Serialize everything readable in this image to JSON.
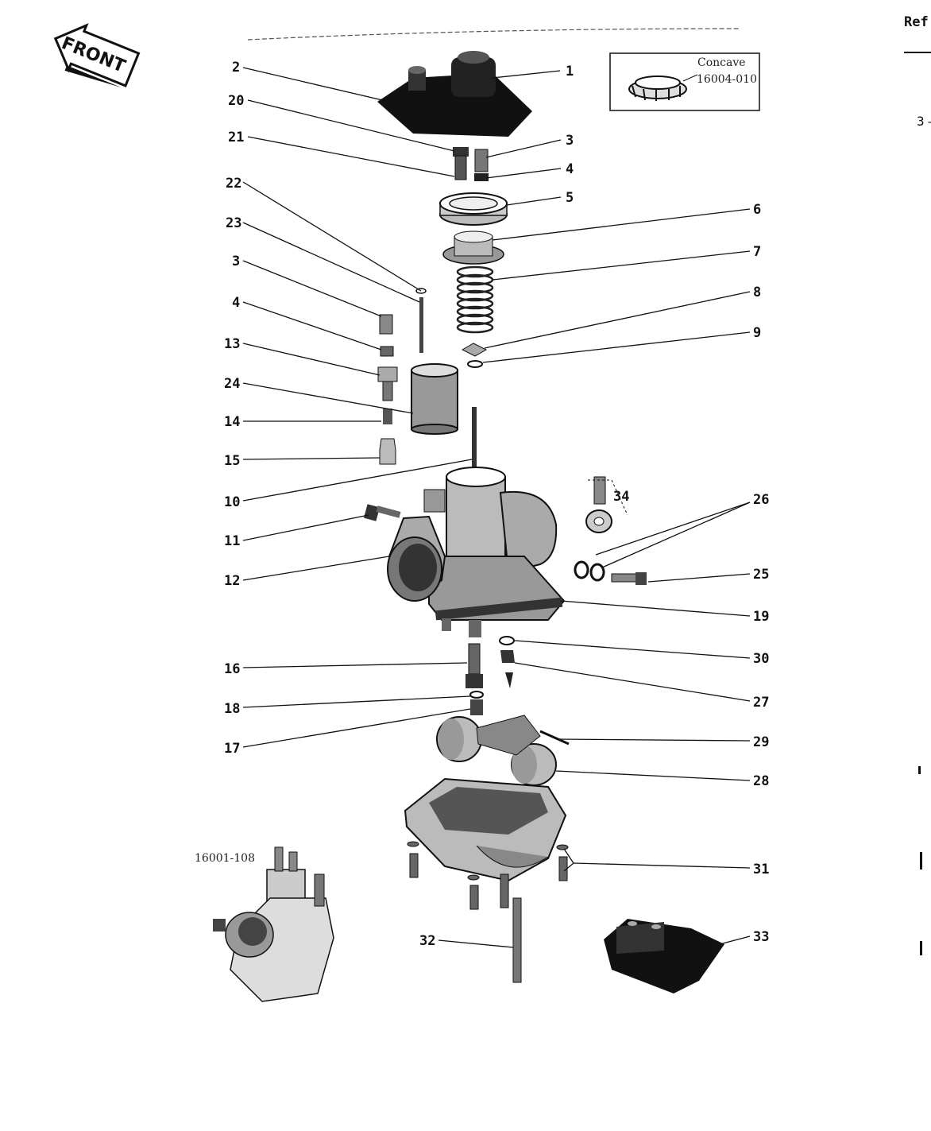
{
  "front_label": "FRONT",
  "inset": {
    "title": "Concave",
    "part_no": "16004-010"
  },
  "assembly_part_no": "16001-108",
  "ref_header": "Ref",
  "ref_side_number": "3",
  "callouts": [
    {
      "id": "c1",
      "label": "1"
    },
    {
      "id": "c2",
      "label": "2"
    },
    {
      "id": "c20",
      "label": "20"
    },
    {
      "id": "c3a",
      "label": "3"
    },
    {
      "id": "c21",
      "label": "21"
    },
    {
      "id": "c4a",
      "label": "4"
    },
    {
      "id": "c22",
      "label": "22"
    },
    {
      "id": "c5",
      "label": "5"
    },
    {
      "id": "c6",
      "label": "6"
    },
    {
      "id": "c23",
      "label": "23"
    },
    {
      "id": "c7",
      "label": "7"
    },
    {
      "id": "c3b",
      "label": "3"
    },
    {
      "id": "c8",
      "label": "8"
    },
    {
      "id": "c4b",
      "label": "4"
    },
    {
      "id": "c9",
      "label": "9"
    },
    {
      "id": "c13",
      "label": "13"
    },
    {
      "id": "c24",
      "label": "24"
    },
    {
      "id": "c14",
      "label": "14"
    },
    {
      "id": "c15",
      "label": "15"
    },
    {
      "id": "c26",
      "label": "26"
    },
    {
      "id": "c10",
      "label": "10"
    },
    {
      "id": "c34",
      "label": "34"
    },
    {
      "id": "c11",
      "label": "11"
    },
    {
      "id": "c25",
      "label": "25"
    },
    {
      "id": "c12",
      "label": "12"
    },
    {
      "id": "c19",
      "label": "19"
    },
    {
      "id": "c30",
      "label": "30"
    },
    {
      "id": "c16",
      "label": "16"
    },
    {
      "id": "c27",
      "label": "27"
    },
    {
      "id": "c18",
      "label": "18"
    },
    {
      "id": "c29",
      "label": "29"
    },
    {
      "id": "c17",
      "label": "17"
    },
    {
      "id": "c28",
      "label": "28"
    },
    {
      "id": "c31",
      "label": "31"
    },
    {
      "id": "c32",
      "label": "32"
    },
    {
      "id": "c33",
      "label": "33"
    }
  ]
}
